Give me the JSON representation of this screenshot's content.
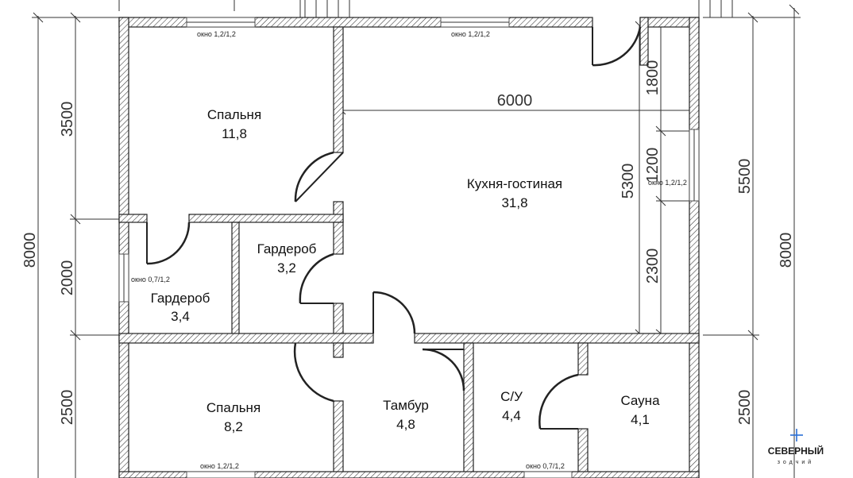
{
  "rooms": {
    "bedroom1": {
      "name": "Спальня",
      "area": "11,8"
    },
    "kitchen": {
      "name": "Кухня-гостиная",
      "area": "31,8"
    },
    "wardrobe1": {
      "name": "Гардероб",
      "area": "3,2"
    },
    "wardrobe2": {
      "name": "Гардероб",
      "area": "3,4"
    },
    "bedroom2": {
      "name": "Спальня",
      "area": "8,2"
    },
    "vestibule": {
      "name": "Тамбур",
      "area": "4,8"
    },
    "bathroom": {
      "name": "С/У",
      "area": "4,4"
    },
    "sauna": {
      "name": "Сауна",
      "area": "4,1"
    }
  },
  "windows": {
    "top_left": "окно 1,2/1,2",
    "top_center": "окно 1,2/1,2",
    "right": "окно 1,2/1,2",
    "wardrobe": "окно 0,7/1,2",
    "bottom_left": "окно 1,2/1,2",
    "bottom_right": "окно 0,7/1,2"
  },
  "dimensions": {
    "left_total": "8000",
    "left_top": "3500",
    "left_middle": "2000",
    "left_bottom": "2500",
    "right_total": "8000",
    "right_top": "5500",
    "right_bottom": "2500",
    "inner_width": "6000",
    "inner_height": "5300",
    "inner_1800": "1800",
    "inner_1200": "1200",
    "inner_2300": "2300"
  },
  "logo": {
    "name": "СЕВЕРНЫЙ",
    "subtitle": "зодчий"
  }
}
